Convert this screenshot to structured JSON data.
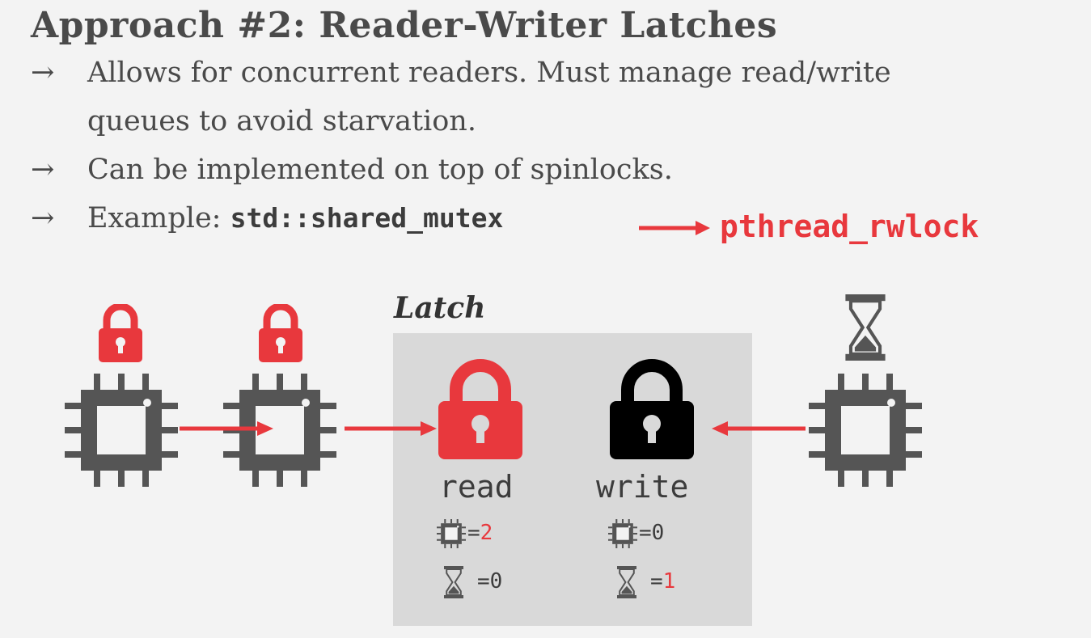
{
  "slide": {
    "title": "Approach #2: Reader-Writer Latches",
    "bullets": [
      {
        "arrow": "→",
        "line1": "Allows for concurrent readers. Must manage read/write",
        "line2": "queues to avoid starvation."
      },
      {
        "arrow": "→",
        "line1": "Can be implemented on top of spinlocks."
      },
      {
        "arrow": "→",
        "prefix": "Example: ",
        "code": "std::shared_mutex",
        "code2": "pthread_rwlock"
      }
    ]
  },
  "diagram": {
    "latch_title": "Latch",
    "read": {
      "label": "read",
      "cpu_eq": "=",
      "cpu_count": "2",
      "wait_eq": "=",
      "wait_count": "0"
    },
    "write": {
      "label": "write",
      "cpu_eq": "=",
      "cpu_count": "0",
      "wait_eq": "=",
      "wait_count": "1"
    },
    "icons": [
      "red-lock-icon",
      "red-lock-icon",
      "cpu-icon",
      "cpu-icon",
      "cpu-icon",
      "hourglass-icon",
      "read-lock-icon",
      "write-lock-icon"
    ]
  },
  "colors": {
    "accent": "#e8383d",
    "text": "#4a4a4a",
    "box": "#d9d9d9"
  }
}
